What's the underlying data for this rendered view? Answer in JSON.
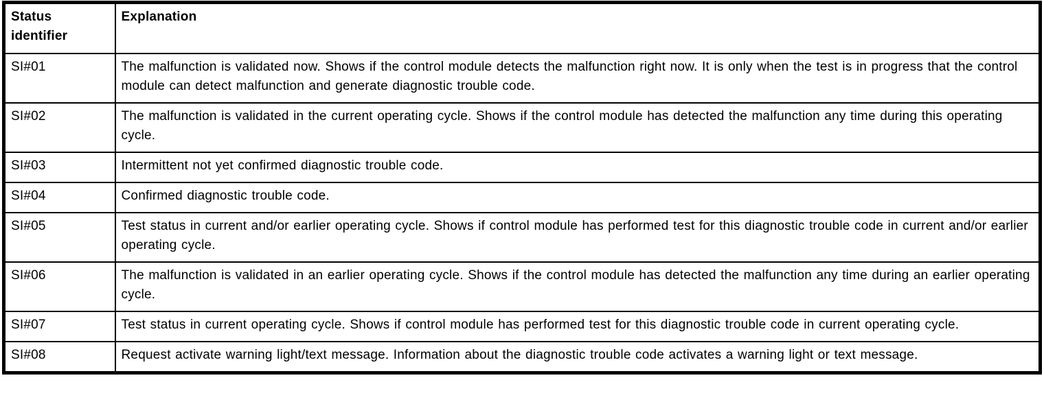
{
  "table": {
    "headers": {
      "status_identifier": "Status identifier",
      "explanation": "Explanation"
    },
    "rows": [
      {
        "id": "SI#01",
        "explanation": "The malfunction is validated now. Shows if the control module detects the malfunction right now. It is only when the test is in progress that the control module can detect malfunction and generate diagnostic trouble code."
      },
      {
        "id": "SI#02",
        "explanation": "The malfunction is validated in the current operating cycle. Shows if the control module has detected the malfunction any time during this operating cycle."
      },
      {
        "id": "SI#03",
        "explanation": "Intermittent not yet confirmed diagnostic trouble code."
      },
      {
        "id": "SI#04",
        "explanation": "Confirmed diagnostic trouble code."
      },
      {
        "id": "SI#05",
        "explanation": "Test status in current and/or earlier operating cycle. Shows if control module has performed test for this diagnostic trouble code in current and/or earlier operating cycle."
      },
      {
        "id": "SI#06",
        "explanation": "The malfunction is validated in an earlier operating cycle. Shows if the control module has detected the malfunction any time during an earlier operating cycle."
      },
      {
        "id": "SI#07",
        "explanation": "Test status in current operating cycle. Shows if control module has performed test for this diagnostic trouble code in current operating cycle."
      },
      {
        "id": "SI#08",
        "explanation": "Request activate warning light/text message. Information about the diagnostic trouble code activates a warning light or text message."
      }
    ]
  },
  "colors": {
    "border": "#000000",
    "background": "#ffffff",
    "text": "#000000"
  }
}
